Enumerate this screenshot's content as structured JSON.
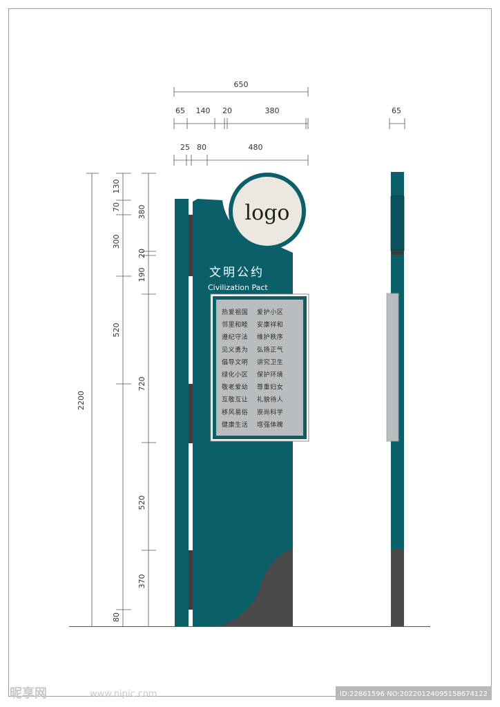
{
  "dimensions": {
    "top_total": "650",
    "top_row2": [
      "65",
      "140",
      "20",
      "380"
    ],
    "top_row3": [
      "25",
      "80",
      "480"
    ],
    "side_thickness": "65",
    "total_height": "2200",
    "left_col": [
      "130",
      "70",
      "300",
      "520"
    ],
    "right_col": [
      "380",
      "20",
      "190",
      "720",
      "520",
      "370",
      "80"
    ]
  },
  "logo": {
    "text": "logo"
  },
  "sign": {
    "title_cn": "文明公约",
    "title_en": "Civilization Pact",
    "pact_lines": [
      [
        "热爱祖国",
        "爱护小区"
      ],
      [
        "邻里和睦",
        "安康祥和"
      ],
      [
        "遵纪守法",
        "维护秩序"
      ],
      [
        "见义勇为",
        "弘扬正气"
      ],
      [
        "倡导文明",
        "讲究卫生"
      ],
      [
        "绿化小区",
        "保护环境"
      ],
      [
        "敬老爱幼",
        "尊重妇女"
      ],
      [
        "互敬互让",
        "礼貌待人"
      ],
      [
        "移风易俗",
        "崇尚科学"
      ],
      [
        "健康生活",
        "增强体魄"
      ]
    ]
  },
  "watermark": {
    "left": "昵享网",
    "url": "www.nipic.com",
    "id_line": "ID:22861596 NO:20220124095158674122"
  },
  "colors": {
    "teal": "#0b5f68",
    "teal_dark": "#0a535b",
    "dark_gray": "#4a4a4a",
    "panel_gray": "#b9bdbf",
    "logo_bg": "#ece8e0"
  }
}
